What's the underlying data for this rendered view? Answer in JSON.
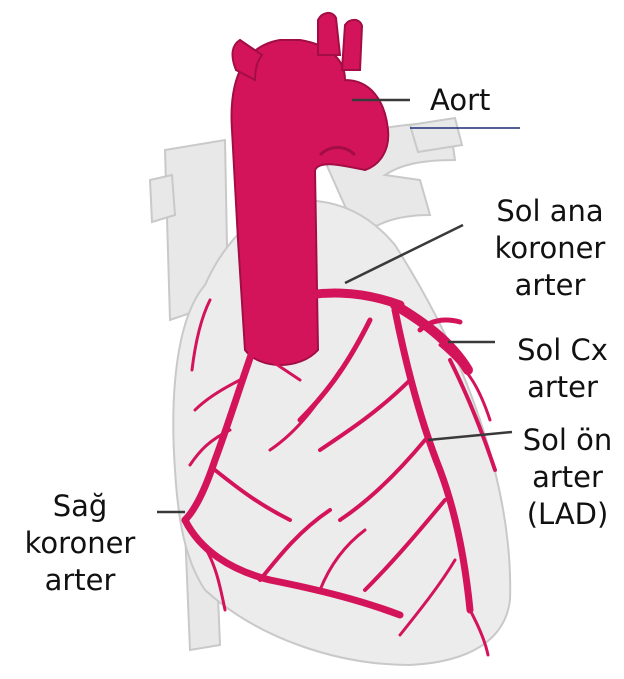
{
  "labels": {
    "aort": "Aort",
    "sol_ana": [
      "Sol ana",
      "koroner",
      "arter"
    ],
    "sol_cx": [
      "Sol Cx",
      "arter"
    ],
    "sol_on": [
      "Sol ön",
      "arter",
      "(LAD)"
    ],
    "sag": [
      "Sağ",
      "koroner",
      "arter"
    ]
  },
  "colors": {
    "artery": "#d4145a",
    "artery_dark": "#a30d45",
    "heart_fill": "#ececec",
    "heart_stroke": "#c9c9c9",
    "vessel_fill": "#e8e8e8",
    "leader": "#3a3a3a",
    "accent_line": "#1f2a7a"
  }
}
